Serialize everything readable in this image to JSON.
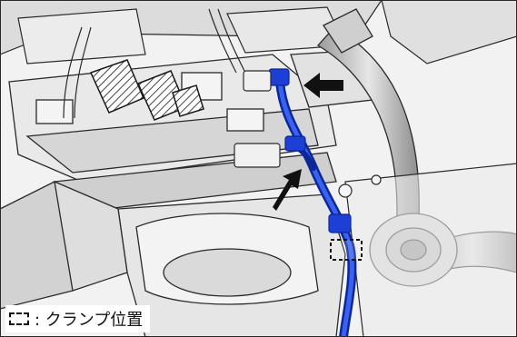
{
  "figure": {
    "legend_label": ": クランプ位置"
  },
  "colors": {
    "background": "#ffffff",
    "line_art": "#2a2a2a",
    "harness_highlight": "#1d3fd6",
    "callout_arrow": "#111111",
    "metal_shading": "#d9d9d9"
  },
  "icons": {
    "clamp_marker": "dashed-rectangle",
    "callout": "arrow"
  }
}
